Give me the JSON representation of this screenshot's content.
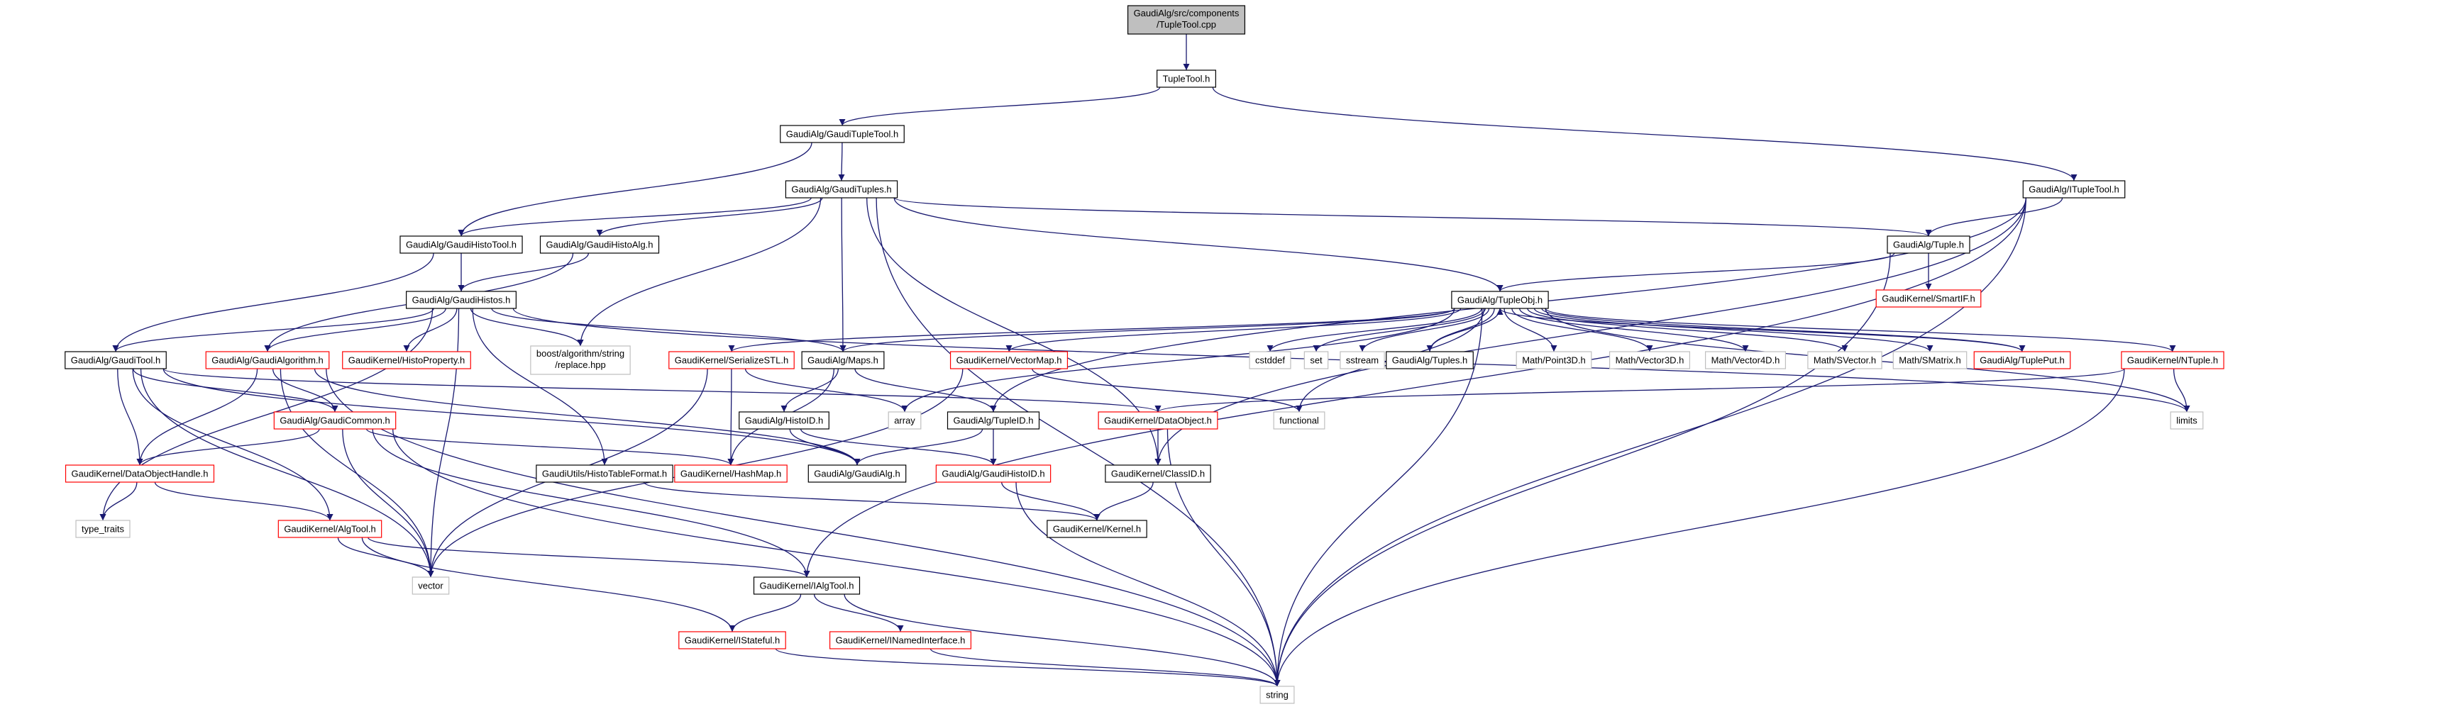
{
  "graph": {
    "nodes": [
      {
        "id": "root",
        "lines": [
          "GaudiAlg/src/components",
          "/TupleTool.cpp"
        ],
        "style": "root"
      },
      {
        "id": "tupletool_h",
        "lines": [
          "TupleTool.h"
        ],
        "style": "black"
      },
      {
        "id": "gaudituplettool",
        "lines": [
          "GaudiAlg/GaudiTupleTool.h"
        ],
        "style": "black"
      },
      {
        "id": "ituppletool",
        "lines": [
          "GaudiAlg/ITupleTool.h"
        ],
        "style": "black"
      },
      {
        "id": "gauditupples",
        "lines": [
          "GaudiAlg/GaudiTuples.h"
        ],
        "style": "black"
      },
      {
        "id": "gaudihistotool",
        "lines": [
          "GaudiAlg/GaudiHistoTool.h"
        ],
        "style": "black"
      },
      {
        "id": "gaudihistoalg",
        "lines": [
          "GaudiAlg/GaudiHistoAlg.h"
        ],
        "style": "black"
      },
      {
        "id": "tuple_h",
        "lines": [
          "GaudiAlg/Tuple.h"
        ],
        "style": "black"
      },
      {
        "id": "smartif",
        "lines": [
          "GaudiKernel/SmartIF.h"
        ],
        "style": "red"
      },
      {
        "id": "gaudihistos",
        "lines": [
          "GaudiAlg/GaudiHistos.h"
        ],
        "style": "black"
      },
      {
        "id": "tupleobj",
        "lines": [
          "GaudiAlg/TupleObj.h"
        ],
        "style": "black"
      },
      {
        "id": "gauditool",
        "lines": [
          "GaudiAlg/GaudiTool.h"
        ],
        "style": "black"
      },
      {
        "id": "gaudialgorithm",
        "lines": [
          "GaudiAlg/GaudiAlgorithm.h"
        ],
        "style": "red"
      },
      {
        "id": "histoproperty",
        "lines": [
          "GaudiKernel/HistoProperty.h"
        ],
        "style": "red"
      },
      {
        "id": "boostreplace",
        "lines": [
          "boost/algorithm/string",
          "/replace.hpp"
        ],
        "style": "gray"
      },
      {
        "id": "serializestl",
        "lines": [
          "GaudiKernel/SerializeSTL.h"
        ],
        "style": "red"
      },
      {
        "id": "maps",
        "lines": [
          "GaudiAlg/Maps.h"
        ],
        "style": "black"
      },
      {
        "id": "vectormap",
        "lines": [
          "GaudiKernel/VectorMap.h"
        ],
        "style": "red"
      },
      {
        "id": "cstddef",
        "lines": [
          "cstddef"
        ],
        "style": "gray"
      },
      {
        "id": "set",
        "lines": [
          "set"
        ],
        "style": "gray"
      },
      {
        "id": "sstream",
        "lines": [
          "sstream"
        ],
        "style": "gray"
      },
      {
        "id": "tuples",
        "lines": [
          "GaudiAlg/Tuples.h"
        ],
        "style": "black"
      },
      {
        "id": "point3d",
        "lines": [
          "Math/Point3D.h"
        ],
        "style": "gray"
      },
      {
        "id": "vector3d",
        "lines": [
          "Math/Vector3D.h"
        ],
        "style": "gray"
      },
      {
        "id": "vector4d",
        "lines": [
          "Math/Vector4D.h"
        ],
        "style": "gray"
      },
      {
        "id": "svector",
        "lines": [
          "Math/SVector.h"
        ],
        "style": "gray"
      },
      {
        "id": "smatrix",
        "lines": [
          "Math/SMatrix.h"
        ],
        "style": "gray"
      },
      {
        "id": "tupleput",
        "lines": [
          "GaudiAlg/TuplePut.h"
        ],
        "style": "red"
      },
      {
        "id": "ntuple",
        "lines": [
          "GaudiKernel/NTuple.h"
        ],
        "style": "red"
      },
      {
        "id": "gaudicommon",
        "lines": [
          "GaudiAlg/GaudiCommon.h"
        ],
        "style": "red"
      },
      {
        "id": "array",
        "lines": [
          "array"
        ],
        "style": "gray"
      },
      {
        "id": "histoid",
        "lines": [
          "GaudiAlg/HistoID.h"
        ],
        "style": "black"
      },
      {
        "id": "tupleid",
        "lines": [
          "GaudiAlg/TupleID.h"
        ],
        "style": "black"
      },
      {
        "id": "functional",
        "lines": [
          "functional"
        ],
        "style": "gray"
      },
      {
        "id": "dataobject",
        "lines": [
          "GaudiKernel/DataObject.h"
        ],
        "style": "red"
      },
      {
        "id": "limits",
        "lines": [
          "limits"
        ],
        "style": "gray"
      },
      {
        "id": "dataobjecthandle",
        "lines": [
          "GaudiKernel/DataObjectHandle.h"
        ],
        "style": "red"
      },
      {
        "id": "histotableformat",
        "lines": [
          "GaudiUtils/HistoTableFormat.h"
        ],
        "style": "black"
      },
      {
        "id": "hashmap",
        "lines": [
          "GaudiKernel/HashMap.h"
        ],
        "style": "red"
      },
      {
        "id": "gaudialg_h",
        "lines": [
          "GaudiAlg/GaudiAlg.h"
        ],
        "style": "black"
      },
      {
        "id": "gaudihistoid",
        "lines": [
          "GaudiAlg/GaudiHistoID.h"
        ],
        "style": "red"
      },
      {
        "id": "classid",
        "lines": [
          "GaudiKernel/ClassID.h"
        ],
        "style": "black"
      },
      {
        "id": "type_traits",
        "lines": [
          "type_traits"
        ],
        "style": "gray"
      },
      {
        "id": "algtool",
        "lines": [
          "GaudiKernel/AlgTool.h"
        ],
        "style": "red"
      },
      {
        "id": "kernel",
        "lines": [
          "GaudiKernel/Kernel.h"
        ],
        "style": "black"
      },
      {
        "id": "vector",
        "lines": [
          "vector"
        ],
        "style": "gray"
      },
      {
        "id": "ialgtool",
        "lines": [
          "GaudiKernel/IAlgTool.h"
        ],
        "style": "black"
      },
      {
        "id": "istateful",
        "lines": [
          "GaudiKernel/IStateful.h"
        ],
        "style": "red"
      },
      {
        "id": "inamedinterface",
        "lines": [
          "GaudiKernel/INamedInterface.h"
        ],
        "style": "red"
      },
      {
        "id": "string",
        "lines": [
          "string"
        ],
        "style": "gray"
      }
    ],
    "edges": [
      [
        "root",
        "tupletool_h"
      ],
      [
        "tupletool_h",
        "gaudituplettool"
      ],
      [
        "tupletool_h",
        "ituppletool"
      ],
      [
        "gaudituplettool",
        "gauditupples"
      ],
      [
        "gaudituplettool",
        "gaudihistotool"
      ],
      [
        "gauditupples",
        "gaudihistotool"
      ],
      [
        "gauditupples",
        "gaudihistoalg"
      ],
      [
        "gauditupples",
        "tuple_h"
      ],
      [
        "gauditupples",
        "tupleobj"
      ],
      [
        "gauditupples",
        "boostreplace"
      ],
      [
        "gauditupples",
        "maps"
      ],
      [
        "gauditupples",
        "classid"
      ],
      [
        "gauditupples",
        "string"
      ],
      [
        "ituppletool",
        "tuple_h"
      ],
      [
        "ituppletool",
        "tupleid"
      ],
      [
        "ituppletool",
        "classid"
      ],
      [
        "ituppletool",
        "ialgtool"
      ],
      [
        "ituppletool",
        "string"
      ],
      [
        "gaudihistotool",
        "gaudihistos"
      ],
      [
        "gaudihistotool",
        "gauditool"
      ],
      [
        "gaudihistoalg",
        "gaudihistos"
      ],
      [
        "gaudihistoalg",
        "gaudialgorithm"
      ],
      [
        "tuple_h",
        "tupleobj"
      ],
      [
        "tuple_h",
        "smartif"
      ],
      [
        "tuple_h",
        "string"
      ],
      [
        "gaudihistos",
        "gauditool"
      ],
      [
        "gaudihistos",
        "gaudialgorithm"
      ],
      [
        "gaudihistos",
        "histoproperty"
      ],
      [
        "gaudihistos",
        "boostreplace"
      ],
      [
        "gaudihistos",
        "maps"
      ],
      [
        "gaudihistos",
        "histotableformat"
      ],
      [
        "gaudihistos",
        "limits"
      ],
      [
        "gaudihistos",
        "type_traits"
      ],
      [
        "gaudihistos",
        "vector"
      ],
      [
        "tupleobj",
        "serializestl"
      ],
      [
        "tupleobj",
        "maps"
      ],
      [
        "tupleobj",
        "vectormap"
      ],
      [
        "tupleobj",
        "cstddef"
      ],
      [
        "tupleobj",
        "set"
      ],
      [
        "tupleobj",
        "sstream"
      ],
      [
        "tupleobj",
        "tuples"
      ],
      [
        "tupleobj",
        "point3d"
      ],
      [
        "tupleobj",
        "vector3d"
      ],
      [
        "tupleobj",
        "vector4d"
      ],
      [
        "tupleobj",
        "svector"
      ],
      [
        "tupleobj",
        "smatrix"
      ],
      [
        "tupleobj",
        "tupleput"
      ],
      [
        "tupleobj",
        "ntuple"
      ],
      [
        "tupleobj",
        "array"
      ],
      [
        "tupleobj",
        "functional"
      ],
      [
        "tupleobj",
        "limits"
      ],
      [
        "tupleobj",
        "string"
      ],
      [
        "tuples",
        "tupleobj"
      ],
      [
        "tupleput",
        "tupleobj"
      ],
      [
        "gauditool",
        "gaudicommon"
      ],
      [
        "gauditool",
        "dataobjecthandle"
      ],
      [
        "gauditool",
        "algtool"
      ],
      [
        "gauditool",
        "gaudialg_h"
      ],
      [
        "gauditool",
        "dataobject"
      ],
      [
        "gauditool",
        "vector"
      ],
      [
        "gaudialgorithm",
        "gaudicommon"
      ],
      [
        "gaudialgorithm",
        "dataobjecthandle"
      ],
      [
        "gaudialgorithm",
        "gaudialg_h"
      ],
      [
        "gaudialgorithm",
        "vector"
      ],
      [
        "gaudialgorithm",
        "string"
      ],
      [
        "serializestl",
        "array"
      ],
      [
        "serializestl",
        "hashmap"
      ],
      [
        "serializestl",
        "vector"
      ],
      [
        "maps",
        "histoid"
      ],
      [
        "maps",
        "tupleid"
      ],
      [
        "maps",
        "hashmap"
      ],
      [
        "vectormap",
        "functional"
      ],
      [
        "vectormap",
        "vector"
      ],
      [
        "ntuple",
        "dataobject"
      ],
      [
        "ntuple",
        "limits"
      ],
      [
        "ntuple",
        "string"
      ],
      [
        "gaudicommon",
        "dataobjecthandle"
      ],
      [
        "gaudicommon",
        "hashmap"
      ],
      [
        "gaudicommon",
        "ialgtool"
      ],
      [
        "gaudicommon",
        "vector"
      ],
      [
        "gaudicommon",
        "string"
      ],
      [
        "histoid",
        "gaudialg_h"
      ],
      [
        "histoid",
        "gaudihistoid"
      ],
      [
        "tupleid",
        "gaudialg_h"
      ],
      [
        "tupleid",
        "gaudihistoid"
      ],
      [
        "dataobject",
        "classid"
      ],
      [
        "dataobject",
        "string"
      ],
      [
        "dataobjecthandle",
        "type_traits"
      ],
      [
        "dataobjecthandle",
        "algtool"
      ],
      [
        "histotableformat",
        "kernel"
      ],
      [
        "gaudihistoid",
        "kernel"
      ],
      [
        "gaudihistoid",
        "string"
      ],
      [
        "classid",
        "kernel"
      ],
      [
        "algtool",
        "vector"
      ],
      [
        "algtool",
        "ialgtool"
      ],
      [
        "algtool",
        "istateful"
      ],
      [
        "ialgtool",
        "istateful"
      ],
      [
        "ialgtool",
        "inamedinterface"
      ],
      [
        "ialgtool",
        "string"
      ],
      [
        "istateful",
        "string"
      ],
      [
        "inamedinterface",
        "string"
      ]
    ]
  }
}
